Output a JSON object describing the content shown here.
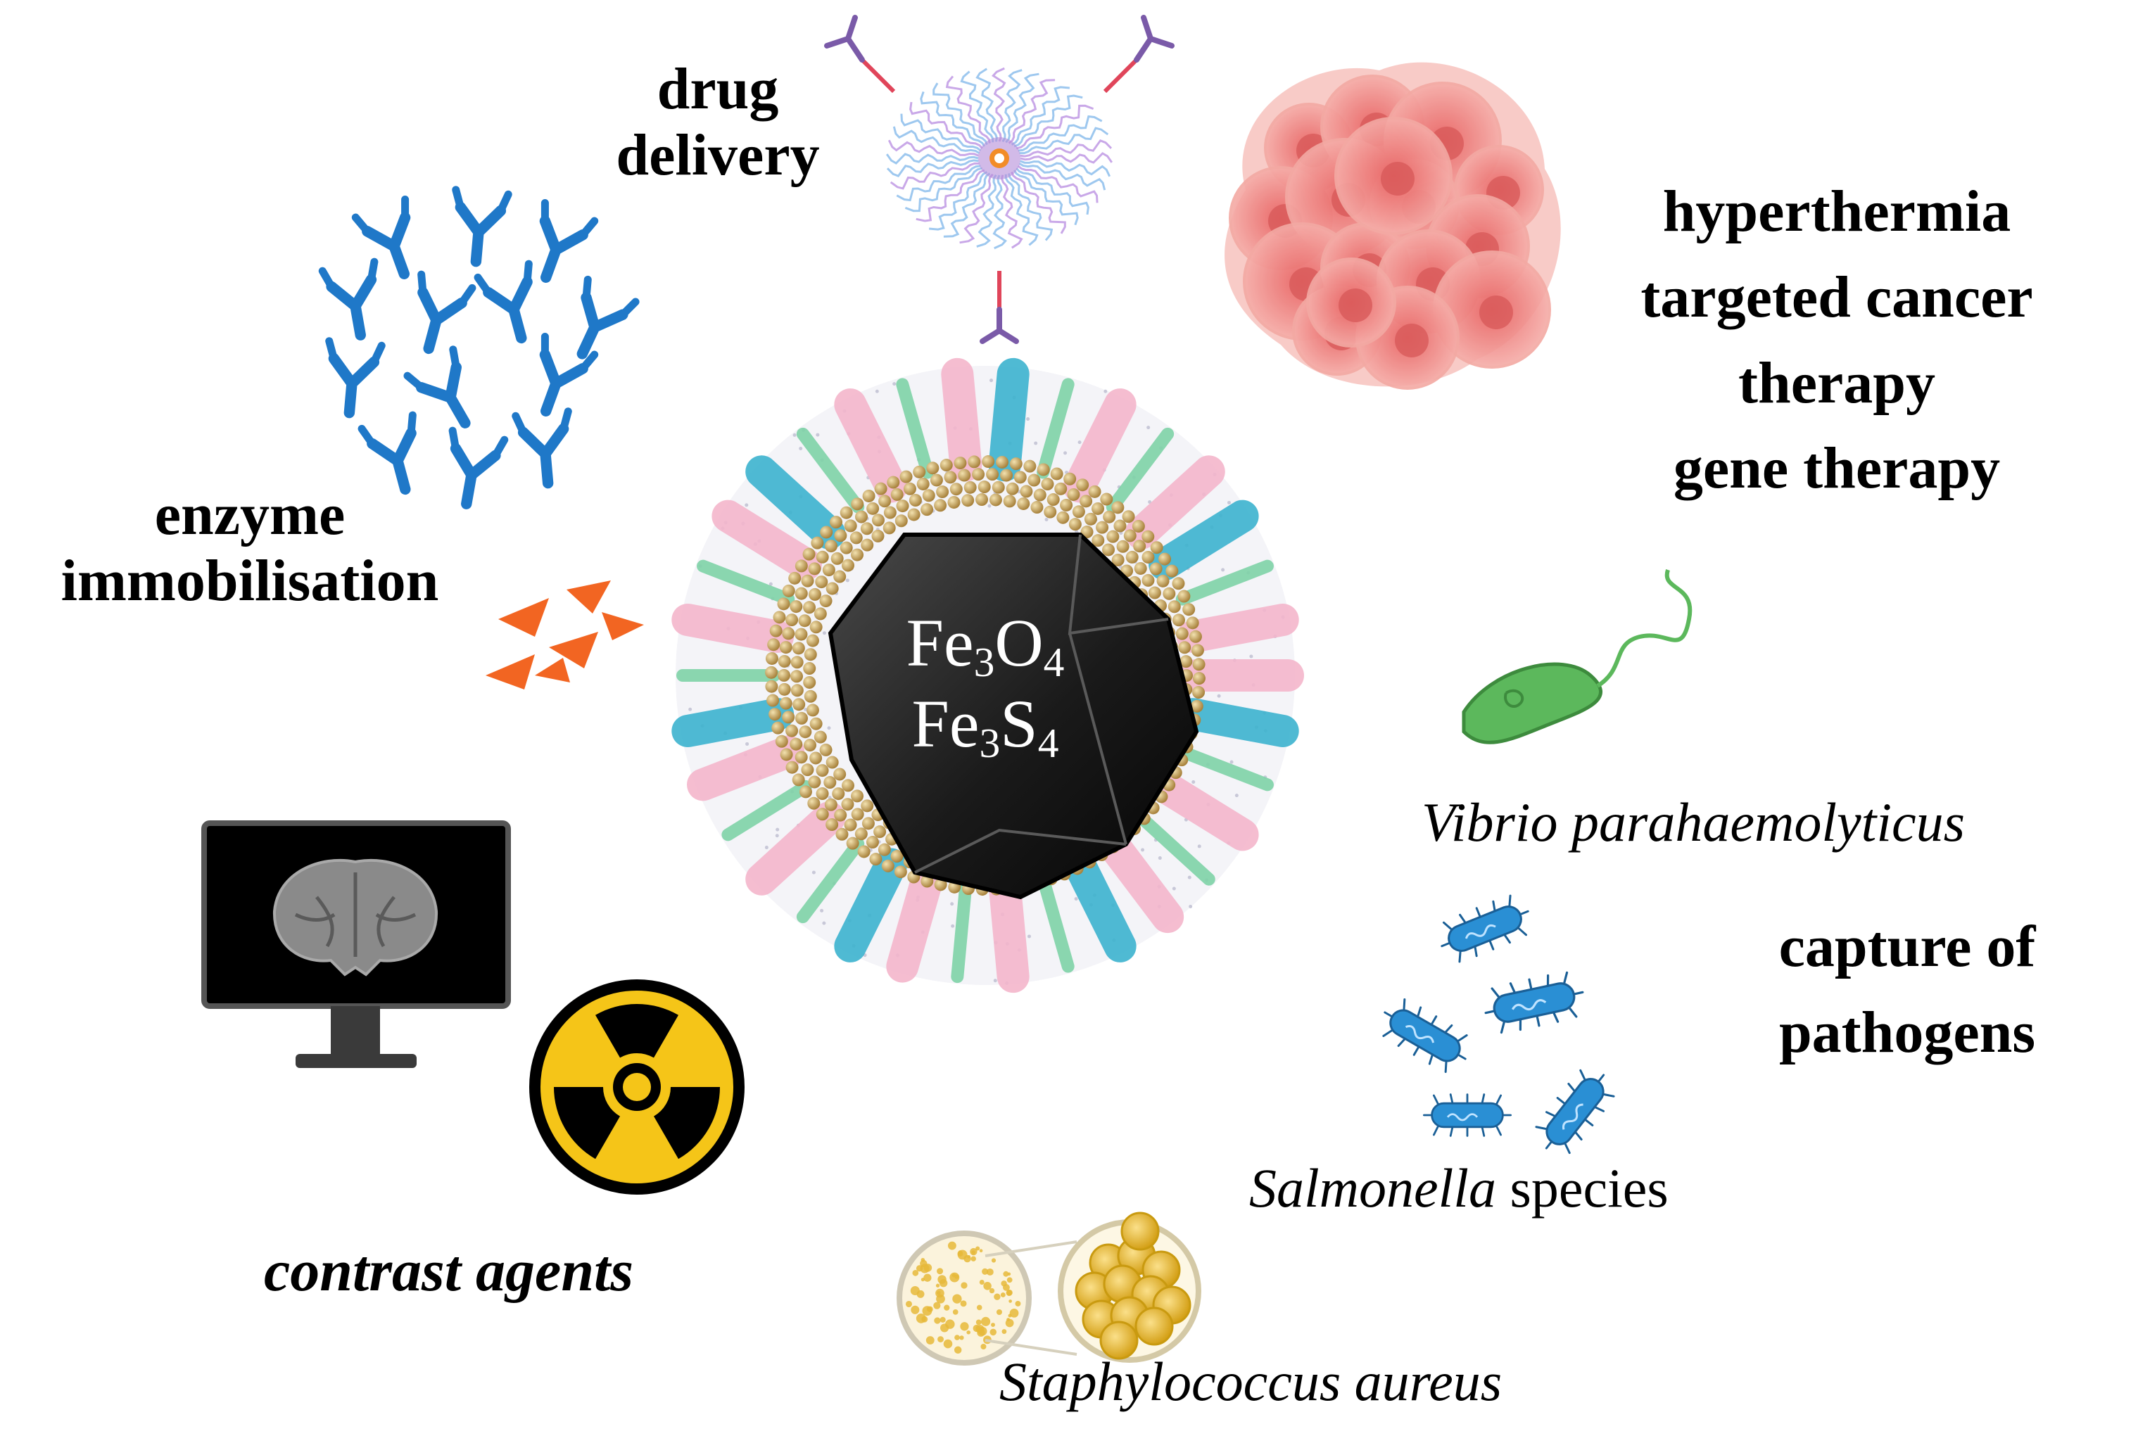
{
  "core": {
    "line1": {
      "base1": "Fe",
      "sub1": "3",
      "base2": "O",
      "sub2": "4"
    },
    "line2": {
      "base1": "Fe",
      "sub1": "3",
      "base2": "S",
      "sub2": "4"
    }
  },
  "labels": {
    "drug_delivery": [
      "drug",
      "delivery"
    ],
    "enzyme_immobilisation": [
      "enzyme",
      "immobilisation"
    ],
    "therapies": [
      "hyperthermia",
      "targeted cancer",
      "therapy",
      "gene therapy"
    ],
    "vibrio": "Vibrio parahaemolyticus",
    "capture": [
      "capture of",
      "pathogens"
    ],
    "salmonella_italic": "Salmonella",
    "salmonella_rest": " species",
    "contrast_agents": "contrast agents",
    "staphylococcus": "Staphylococcus aureus"
  },
  "icons": [
    "nanoparticle-core-icon",
    "micelle-icon",
    "cancer-cells-icon",
    "antibody-icon",
    "enzyme-fragment-icon",
    "vibrio-bacterium-icon",
    "salmonella-bacterium-icon",
    "petri-dish-icon",
    "monitor-brain-scan-icon",
    "radiation-icon"
  ],
  "colors": {
    "antibody": "#1f78c8",
    "enzyme": "#f26522",
    "cancer": "#f08080",
    "vibrio": "#5cb85c",
    "salmonella": "#2a8fd4",
    "staph": "#e8b82a",
    "radiation": "#f5c518",
    "core": "#1c1c1c",
    "gold_bead": "#c9a55c"
  }
}
